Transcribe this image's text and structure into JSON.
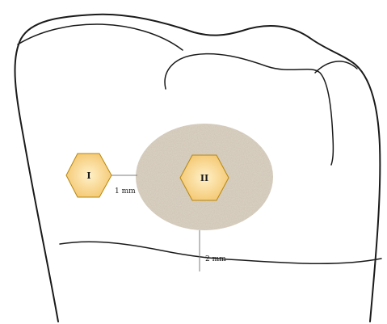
{
  "labels": {
    "marker_one": "I",
    "marker_two": "II",
    "distance_marker_to_zone": "1 mm",
    "distance_zone_to_margin": "2 mm"
  },
  "colors": {
    "outline": "#1a1a1a",
    "zone_fill": "#d9d0c1",
    "hex_light": "#fff1c8",
    "hex_dark": "#f3c46a",
    "leader": "#7d7d7d"
  }
}
